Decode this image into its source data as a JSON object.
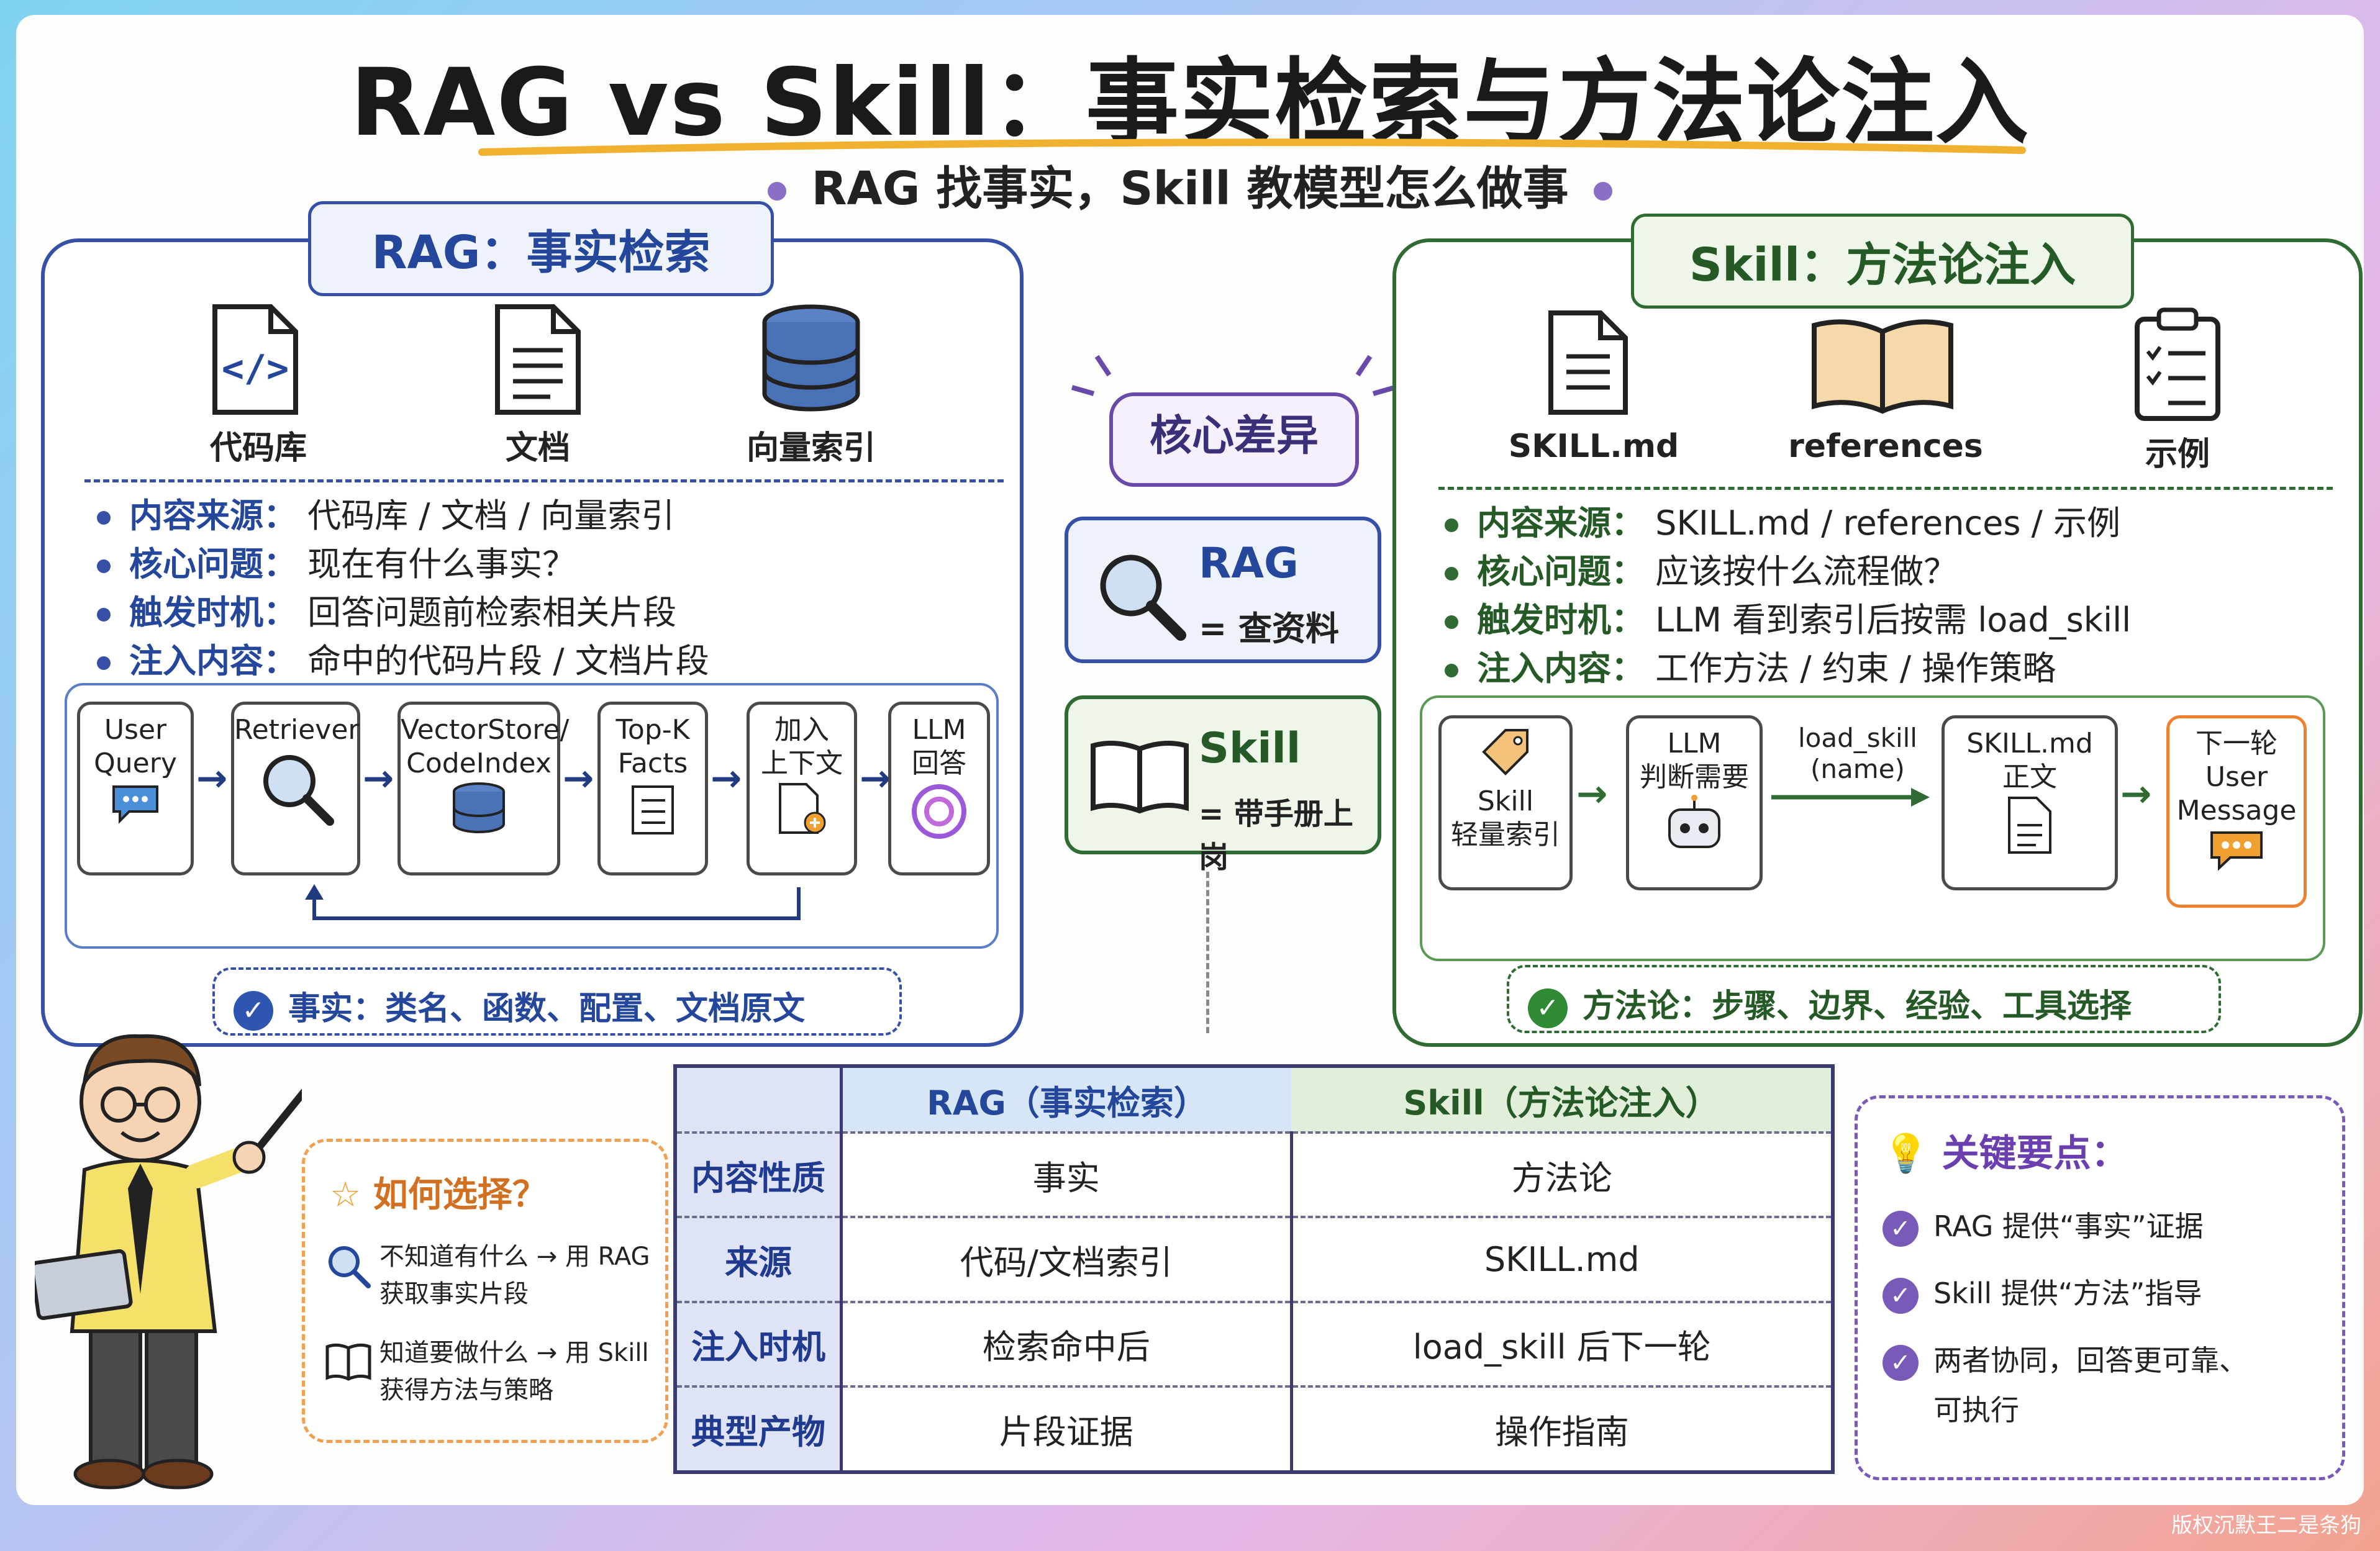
{
  "title": "RAG vs Skill：事实检索与方法论注入",
  "subtitle": "RAG 找事实，Skill 教模型怎么做事",
  "rag": {
    "header": "RAG：事实检索",
    "icons": [
      {
        "icon": "code-file-icon",
        "label": "代码库"
      },
      {
        "icon": "document-icon",
        "label": "文档"
      },
      {
        "icon": "database-icon",
        "label": "向量索引"
      }
    ],
    "bullets": [
      {
        "key": "内容来源：",
        "value": "代码库 / 文档 / 向量索引"
      },
      {
        "key": "核心问题：",
        "value": "现在有什么事实？"
      },
      {
        "key": "触发时机：",
        "value": "回答问题前检索相关片段"
      },
      {
        "key": "注入内容：",
        "value": "命中的代码片段 / 文档片段"
      }
    ],
    "flow": [
      {
        "label": "User\nQuery",
        "icon": "chat-bubble-icon"
      },
      {
        "label": "Retriever",
        "icon": "magnifier-icon"
      },
      {
        "label": "VectorStore/\nCodeIndex",
        "icon": "database-icon"
      },
      {
        "label": "Top-K\nFacts",
        "icon": "checklist-icon"
      },
      {
        "label": "加入\n上下文",
        "icon": "document-add-icon"
      },
      {
        "label": "LLM\n回答",
        "icon": "llm-logo-icon"
      }
    ],
    "fact": "事实：类名、函数、配置、文档原文"
  },
  "center": {
    "label": "核心差异",
    "rag_title": "RAG",
    "rag_desc": "= 查资料",
    "skill_title": "Skill",
    "skill_desc": "= 带手册上岗"
  },
  "skill": {
    "header": "Skill：方法论注入",
    "icons": [
      {
        "icon": "document-icon",
        "label": "SKILL.md"
      },
      {
        "icon": "book-icon",
        "label": "references"
      },
      {
        "icon": "clipboard-icon",
        "label": "示例"
      }
    ],
    "bullets": [
      {
        "key": "内容来源：",
        "value": "SKILL.md / references / 示例"
      },
      {
        "key": "核心问题：",
        "value": "应该按什么流程做？"
      },
      {
        "key": "触发时机：",
        "value": "LLM 看到索引后按需 load_skill"
      },
      {
        "key": "注入内容：",
        "value": "工作方法 / 约束 / 操作策略"
      }
    ],
    "flow": [
      {
        "label": "Skill\n轻量索引",
        "icon": "tag-icon"
      },
      {
        "label": "LLM\n判断需要",
        "icon": "robot-icon"
      },
      {
        "label": "SKILL.md\n正文",
        "icon": "document-icon"
      },
      {
        "label": "下一轮\nUser\nMessage",
        "icon": "chat-bubble-icon"
      }
    ],
    "flow_arrow_label": "load_skill\n(name)",
    "method": "方法论：步骤、边界、经验、工具选择"
  },
  "choose": {
    "title": "如何选择？",
    "items": [
      {
        "icon": "magnifier-icon",
        "line1": "不知道有什么 → 用 RAG",
        "line2": "获取事实片段"
      },
      {
        "icon": "book-icon",
        "line1": "知道要做什么 → 用 Skill",
        "line2": "获得方法与策略"
      }
    ]
  },
  "table": {
    "headers": [
      "",
      "RAG（事实检索）",
      "Skill（方法论注入）"
    ],
    "rows": [
      [
        "内容性质",
        "事实",
        "方法论"
      ],
      [
        "来源",
        "代码/文档索引",
        "SKILL.md"
      ],
      [
        "注入时机",
        "检索命中后",
        "load_skill 后下一轮"
      ],
      [
        "典型产物",
        "片段证据",
        "操作指南"
      ]
    ]
  },
  "keypoints": {
    "title": "关键要点：",
    "items": [
      "RAG 提供“事实”证据",
      "Skill 提供“方法”指导",
      "两者协同，回答更可靠、",
      "可执行"
    ]
  },
  "watermark": "版权沉默王二是条狗",
  "colors": {
    "rag": "#3550a6",
    "skill": "#2f6b33",
    "accent": "#7a5ab8",
    "choose": "#f0a050"
  }
}
